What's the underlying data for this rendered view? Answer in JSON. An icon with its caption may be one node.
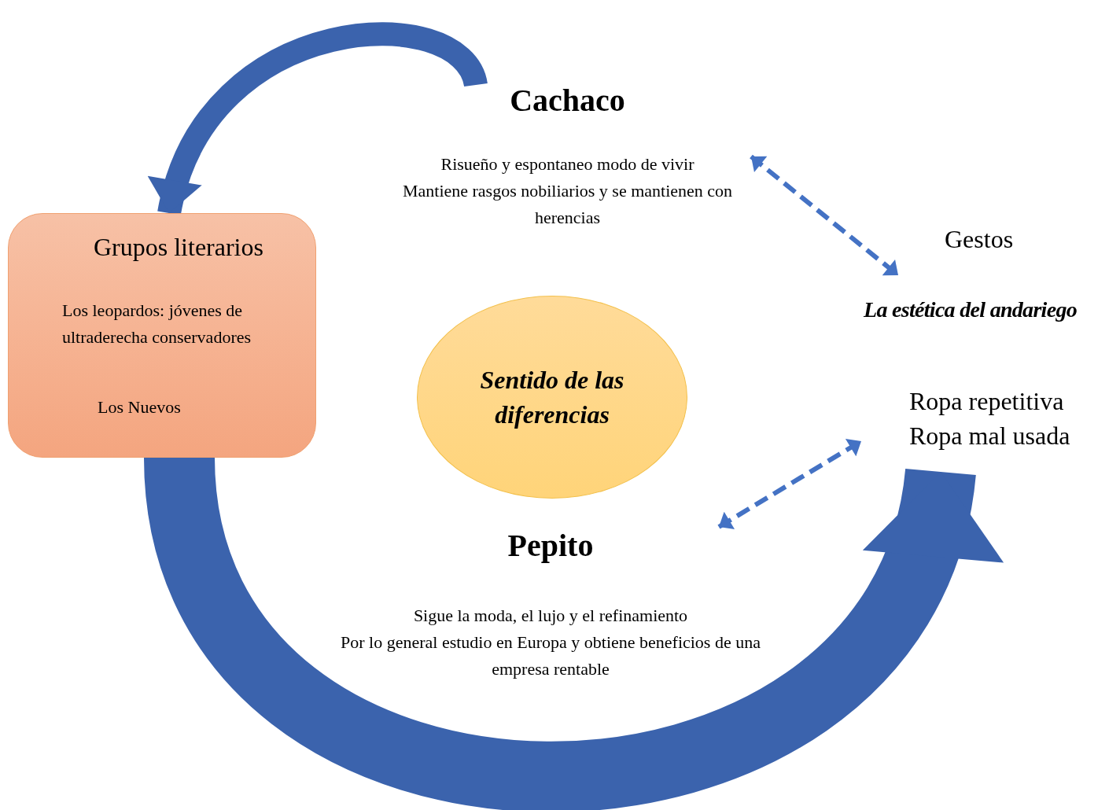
{
  "diagram": {
    "nodes": [
      {
        "text": [
          "Cachaco",
          "Risueño y espontaneo modo de vivir",
          "Mantiene rasgos nobiliarios y se mantienen con herencias"
        ]
      },
      {
        "text": [
          "Grupos literarios",
          "Los leopardos: jóvenes de ultraderecha conservadores",
          "Los Nuevos"
        ]
      },
      {
        "text": [
          "Sentido de las diferencias"
        ]
      },
      {
        "text": [
          "Pepito",
          "Sigue la moda, el lujo y el refinamiento",
          "Por lo general estudio en Europa y obtiene beneficios de una empresa rentable"
        ]
      },
      {
        "text": [
          "La estética del andariego",
          "Ropa repetitiva",
          "Ropa mal usada"
        ]
      }
    ],
    "edges": [
      {
        "from": 0,
        "to": 1,
        "arrow": "to",
        "style": "thick"
      },
      {
        "from": 1,
        "to": 4,
        "arrow": "to",
        "style": "thick"
      },
      {
        "from": 0,
        "to": 4,
        "arrow": "both",
        "style": "dashed"
      },
      {
        "from": 3,
        "to": 4,
        "arrow": "both",
        "style": "dashed"
      }
    ],
    "labels": [
      "Gestos"
    ]
  }
}
